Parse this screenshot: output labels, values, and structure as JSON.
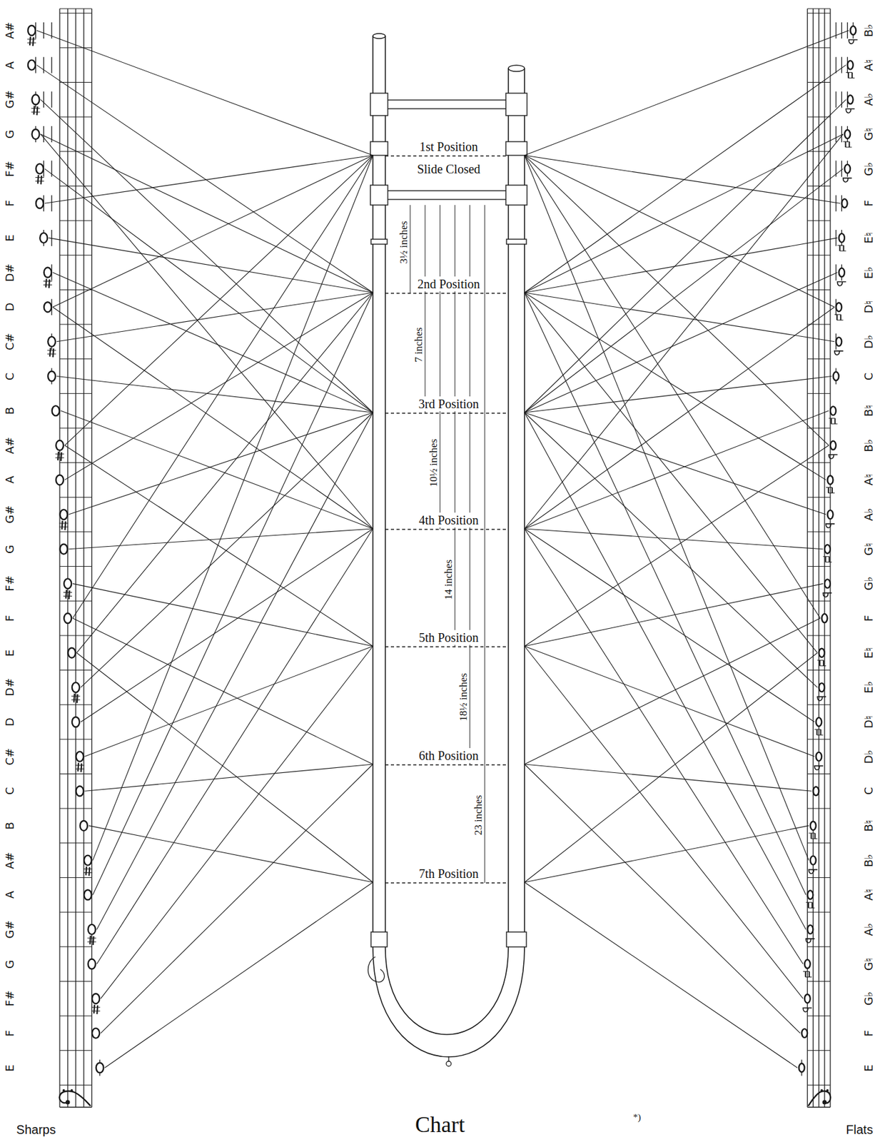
{
  "diagram": {
    "caption": "Chart",
    "nodes": [
      {
        "text": [
          "A#"
        ]
      },
      {
        "text": [
          "A"
        ]
      },
      {
        "text": [
          "G#"
        ]
      },
      {
        "text": [
          "G"
        ]
      },
      {
        "text": [
          "F#"
        ]
      },
      {
        "text": [
          "F"
        ]
      },
      {
        "text": [
          "E"
        ]
      },
      {
        "text": [
          "D#"
        ]
      },
      {
        "text": [
          "D"
        ]
      },
      {
        "text": [
          "C#"
        ]
      },
      {
        "text": [
          "C"
        ]
      },
      {
        "text": [
          "B"
        ]
      },
      {
        "text": [
          "A#"
        ]
      },
      {
        "text": [
          "A"
        ]
      },
      {
        "text": [
          "G#"
        ]
      },
      {
        "text": [
          "G"
        ]
      },
      {
        "text": [
          "F#"
        ]
      },
      {
        "text": [
          "F"
        ]
      },
      {
        "text": [
          "E"
        ]
      },
      {
        "text": [
          "D#"
        ]
      },
      {
        "text": [
          "D"
        ]
      },
      {
        "text": [
          "C#"
        ]
      },
      {
        "text": [
          "C"
        ]
      },
      {
        "text": [
          "B"
        ]
      },
      {
        "text": [
          "A#"
        ]
      },
      {
        "text": [
          "A"
        ]
      },
      {
        "text": [
          "G#"
        ]
      },
      {
        "text": [
          "G"
        ]
      },
      {
        "text": [
          "F#"
        ]
      },
      {
        "text": [
          "F"
        ]
      },
      {
        "text": [
          "E"
        ]
      },
      {
        "text": [
          "1st Position"
        ]
      },
      {
        "text": [
          "2nd Position"
        ]
      },
      {
        "text": [
          "3rd Position"
        ]
      },
      {
        "text": [
          "4th Position"
        ]
      },
      {
        "text": [
          "5th Position"
        ]
      },
      {
        "text": [
          "6th Position"
        ]
      },
      {
        "text": [
          "7th Position"
        ]
      },
      {
        "text": [
          "B♭"
        ]
      },
      {
        "text": [
          "A♮"
        ]
      },
      {
        "text": [
          "A♭"
        ]
      },
      {
        "text": [
          "G♮"
        ]
      },
      {
        "text": [
          "G♭"
        ]
      },
      {
        "text": [
          "F"
        ]
      },
      {
        "text": [
          "E♮"
        ]
      },
      {
        "text": [
          "E♭"
        ]
      },
      {
        "text": [
          "D♮"
        ]
      },
      {
        "text": [
          "D♭"
        ]
      },
      {
        "text": [
          "C"
        ]
      },
      {
        "text": [
          "B♮"
        ]
      },
      {
        "text": [
          "B♭"
        ]
      },
      {
        "text": [
          "A♮"
        ]
      },
      {
        "text": [
          "A♭"
        ]
      },
      {
        "text": [
          "G♮"
        ]
      },
      {
        "text": [
          "G♭"
        ]
      },
      {
        "text": [
          "F"
        ]
      },
      {
        "text": [
          "E♮"
        ]
      },
      {
        "text": [
          "E♭"
        ]
      },
      {
        "text": [
          "D♮"
        ]
      },
      {
        "text": [
          "D♭"
        ]
      },
      {
        "text": [
          "C"
        ]
      },
      {
        "text": [
          "B♮"
        ]
      },
      {
        "text": [
          "B♭"
        ]
      },
      {
        "text": [
          "A♮"
        ]
      },
      {
        "text": [
          "A♭"
        ]
      },
      {
        "text": [
          "G♮"
        ]
      },
      {
        "text": [
          "G♭"
        ]
      },
      {
        "text": [
          "F"
        ]
      },
      {
        "text": [
          "E"
        ]
      }
    ],
    "edges": [
      {
        "from": 0,
        "to": 31,
        "arrow": "none"
      },
      {
        "from": 1,
        "to": 32,
        "arrow": "none"
      },
      {
        "from": 2,
        "to": 33,
        "arrow": "none"
      },
      {
        "from": 3,
        "to": 32,
        "arrow": "none"
      },
      {
        "from": 3,
        "to": 34,
        "arrow": "none"
      },
      {
        "from": 4,
        "to": 33,
        "arrow": "none"
      },
      {
        "from": 5,
        "to": 31,
        "arrow": "none"
      },
      {
        "from": 6,
        "to": 32,
        "arrow": "none"
      },
      {
        "from": 7,
        "to": 33,
        "arrow": "none"
      },
      {
        "from": 8,
        "to": 31,
        "arrow": "none"
      },
      {
        "from": 8,
        "to": 34,
        "arrow": "none"
      },
      {
        "from": 9,
        "to": 32,
        "arrow": "none"
      },
      {
        "from": 10,
        "to": 33,
        "arrow": "none"
      },
      {
        "from": 11,
        "to": 34,
        "arrow": "none"
      },
      {
        "from": 12,
        "to": 31,
        "arrow": "none"
      },
      {
        "from": 12,
        "to": 35,
        "arrow": "none"
      },
      {
        "from": 13,
        "to": 32,
        "arrow": "none"
      },
      {
        "from": 14,
        "to": 33,
        "arrow": "none"
      },
      {
        "from": 15,
        "to": 34,
        "arrow": "none"
      },
      {
        "from": 16,
        "to": 35,
        "arrow": "none"
      },
      {
        "from": 17,
        "to": 31,
        "arrow": "none"
      },
      {
        "from": 17,
        "to": 36,
        "arrow": "none"
      },
      {
        "from": 18,
        "to": 32,
        "arrow": "none"
      },
      {
        "from": 18,
        "to": 37,
        "arrow": "none"
      },
      {
        "from": 19,
        "to": 33,
        "arrow": "none"
      },
      {
        "from": 20,
        "to": 34,
        "arrow": "none"
      },
      {
        "from": 21,
        "to": 35,
        "arrow": "none"
      },
      {
        "from": 22,
        "to": 36,
        "arrow": "none"
      },
      {
        "from": 23,
        "to": 37,
        "arrow": "none"
      },
      {
        "from": 24,
        "to": 31,
        "arrow": "none"
      },
      {
        "from": 25,
        "to": 32,
        "arrow": "none"
      },
      {
        "from": 26,
        "to": 33,
        "arrow": "none"
      },
      {
        "from": 27,
        "to": 34,
        "arrow": "none"
      },
      {
        "from": 28,
        "to": 35,
        "arrow": "none"
      },
      {
        "from": 29,
        "to": 36,
        "arrow": "none"
      },
      {
        "from": 30,
        "to": 37,
        "arrow": "none"
      },
      {
        "from": 38,
        "to": 31,
        "arrow": "none"
      },
      {
        "from": 39,
        "to": 32,
        "arrow": "none"
      },
      {
        "from": 40,
        "to": 33,
        "arrow": "none"
      },
      {
        "from": 41,
        "to": 32,
        "arrow": "none"
      },
      {
        "from": 41,
        "to": 34,
        "arrow": "none"
      },
      {
        "from": 42,
        "to": 33,
        "arrow": "none"
      },
      {
        "from": 43,
        "to": 31,
        "arrow": "none"
      },
      {
        "from": 44,
        "to": 32,
        "arrow": "none"
      },
      {
        "from": 45,
        "to": 33,
        "arrow": "none"
      },
      {
        "from": 46,
        "to": 31,
        "arrow": "none"
      },
      {
        "from": 46,
        "to": 34,
        "arrow": "none"
      },
      {
        "from": 47,
        "to": 32,
        "arrow": "none"
      },
      {
        "from": 48,
        "to": 33,
        "arrow": "none"
      },
      {
        "from": 49,
        "to": 34,
        "arrow": "none"
      },
      {
        "from": 50,
        "to": 31,
        "arrow": "none"
      },
      {
        "from": 50,
        "to": 35,
        "arrow": "none"
      },
      {
        "from": 51,
        "to": 32,
        "arrow": "none"
      },
      {
        "from": 52,
        "to": 33,
        "arrow": "none"
      },
      {
        "from": 53,
        "to": 34,
        "arrow": "none"
      },
      {
        "from": 54,
        "to": 35,
        "arrow": "none"
      },
      {
        "from": 55,
        "to": 31,
        "arrow": "none"
      },
      {
        "from": 55,
        "to": 36,
        "arrow": "none"
      },
      {
        "from": 56,
        "to": 32,
        "arrow": "none"
      },
      {
        "from": 56,
        "to": 37,
        "arrow": "none"
      },
      {
        "from": 57,
        "to": 33,
        "arrow": "none"
      },
      {
        "from": 58,
        "to": 34,
        "arrow": "none"
      },
      {
        "from": 59,
        "to": 35,
        "arrow": "none"
      },
      {
        "from": 60,
        "to": 36,
        "arrow": "none"
      },
      {
        "from": 61,
        "to": 37,
        "arrow": "none"
      },
      {
        "from": 62,
        "to": 31,
        "arrow": "none"
      },
      {
        "from": 63,
        "to": 32,
        "arrow": "none"
      },
      {
        "from": 64,
        "to": 33,
        "arrow": "none"
      },
      {
        "from": 65,
        "to": 34,
        "arrow": "none"
      },
      {
        "from": 66,
        "to": 35,
        "arrow": "none"
      },
      {
        "from": 67,
        "to": 36,
        "arrow": "none"
      },
      {
        "from": 68,
        "to": 37,
        "arrow": "none"
      }
    ],
    "labels": [
      "Slide Closed",
      "3½ inches",
      "7 inches",
      "10½ inches",
      "14 inches",
      "18½ inches",
      "23 inches",
      "Sharps",
      "Flats",
      "*)"
    ]
  }
}
